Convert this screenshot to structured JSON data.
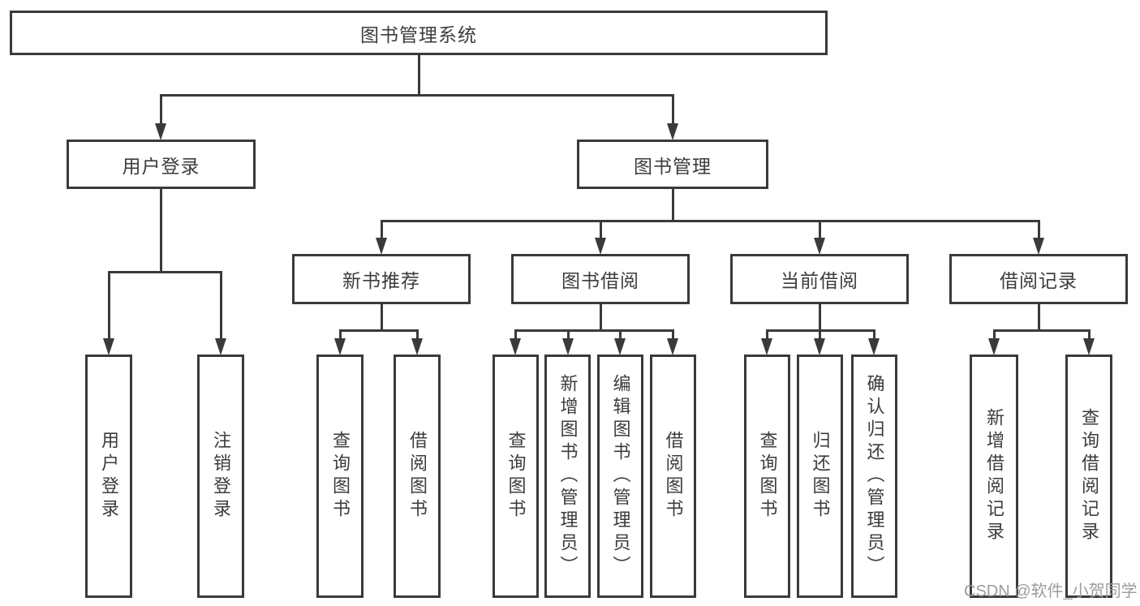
{
  "colors": {
    "line": "#3a3a3a",
    "text": "#3c3c3c",
    "background": "#ffffff",
    "watermark_text": "#9c9c9c"
  },
  "watermark": {
    "text": "CSDN @软件_小贺同学"
  },
  "tree": {
    "label": "图书管理系统",
    "children": [
      {
        "label": "用户登录",
        "children": [
          {
            "label": "用户登录"
          },
          {
            "label": "注销登录"
          }
        ]
      },
      {
        "label": "图书管理",
        "children": [
          {
            "label": "新书推荐",
            "children": [
              {
                "label": "查询图书"
              },
              {
                "label": "借阅图书"
              }
            ]
          },
          {
            "label": "图书借阅",
            "children": [
              {
                "label": "查询图书"
              },
              {
                "label": "新增图书（管理员）"
              },
              {
                "label": "编辑图书（管理员）"
              },
              {
                "label": "借阅图书"
              }
            ]
          },
          {
            "label": "当前借阅",
            "children": [
              {
                "label": "查询图书"
              },
              {
                "label": "归还图书"
              },
              {
                "label": "确认归还（管理员）"
              }
            ]
          },
          {
            "label": "借阅记录",
            "children": [
              {
                "label": "新增借阅记录"
              },
              {
                "label": "查询借阅记录"
              }
            ]
          }
        ]
      }
    ]
  }
}
